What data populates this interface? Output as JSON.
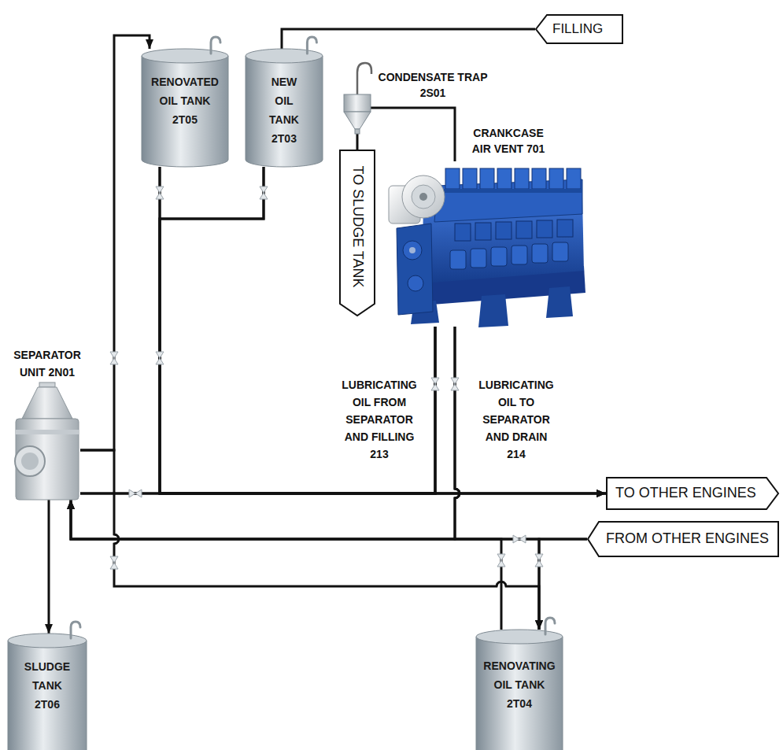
{
  "diagram": {
    "nodes": [
      {
        "text": [
          "FILLING"
        ]
      },
      {
        "text": [
          "RENOVATED OIL TANK 2T05"
        ]
      },
      {
        "text": [
          "NEW OIL TANK 2T03"
        ]
      },
      {
        "text": [
          "CONDENSATE TRAP 2S01"
        ]
      },
      {
        "text": [
          "CRANKCASE AIR VENT 701"
        ]
      },
      {
        "text": [
          "TO SLUDGE TANK"
        ]
      },
      {
        "text": [
          "SEPARATOR UNIT 2N01"
        ]
      },
      {
        "text": [
          "TO OTHER ENGINES"
        ]
      },
      {
        "text": [
          "FROM OTHER ENGINES"
        ]
      },
      {
        "text": [
          "SLUDGE TANK 2T06"
        ]
      },
      {
        "text": [
          "RENOVATING OIL TANK 2T04"
        ]
      }
    ],
    "edges": [
      {
        "from": 0,
        "to": 2,
        "arrow": "none"
      },
      {
        "from": 4,
        "to": 3,
        "arrow": "none"
      },
      {
        "from": 3,
        "to": 5,
        "arrow": "none"
      },
      {
        "from": 6,
        "to": 1,
        "arrow": "to"
      },
      {
        "from": 6,
        "to": 10,
        "arrow": "to"
      },
      {
        "from": 1,
        "to": 7,
        "arrow": "to"
      },
      {
        "from": 2,
        "to": 7,
        "arrow": "to"
      },
      {
        "from": 6,
        "to": 7,
        "arrow": "to"
      },
      {
        "from": 1,
        "to": 4,
        "arrow": "none"
      },
      {
        "from": 2,
        "to": 4,
        "arrow": "none"
      },
      {
        "from": 6,
        "to": 4,
        "arrow": "none"
      },
      {
        "from": 4,
        "to": 6,
        "arrow": "to"
      },
      {
        "from": 8,
        "to": 6,
        "arrow": "to"
      },
      {
        "from": 10,
        "to": 6,
        "arrow": "to"
      },
      {
        "from": 4,
        "to": 10,
        "arrow": "to"
      },
      {
        "from": 8,
        "to": 10,
        "arrow": "to"
      },
      {
        "from": 6,
        "to": 9,
        "arrow": "to"
      }
    ],
    "labels": [
      "LUBRICATING OIL FROM SEPARATOR AND FILLING 213",
      "LUBRICATING OIL TO SEPARATOR AND DRAIN 214"
    ]
  }
}
